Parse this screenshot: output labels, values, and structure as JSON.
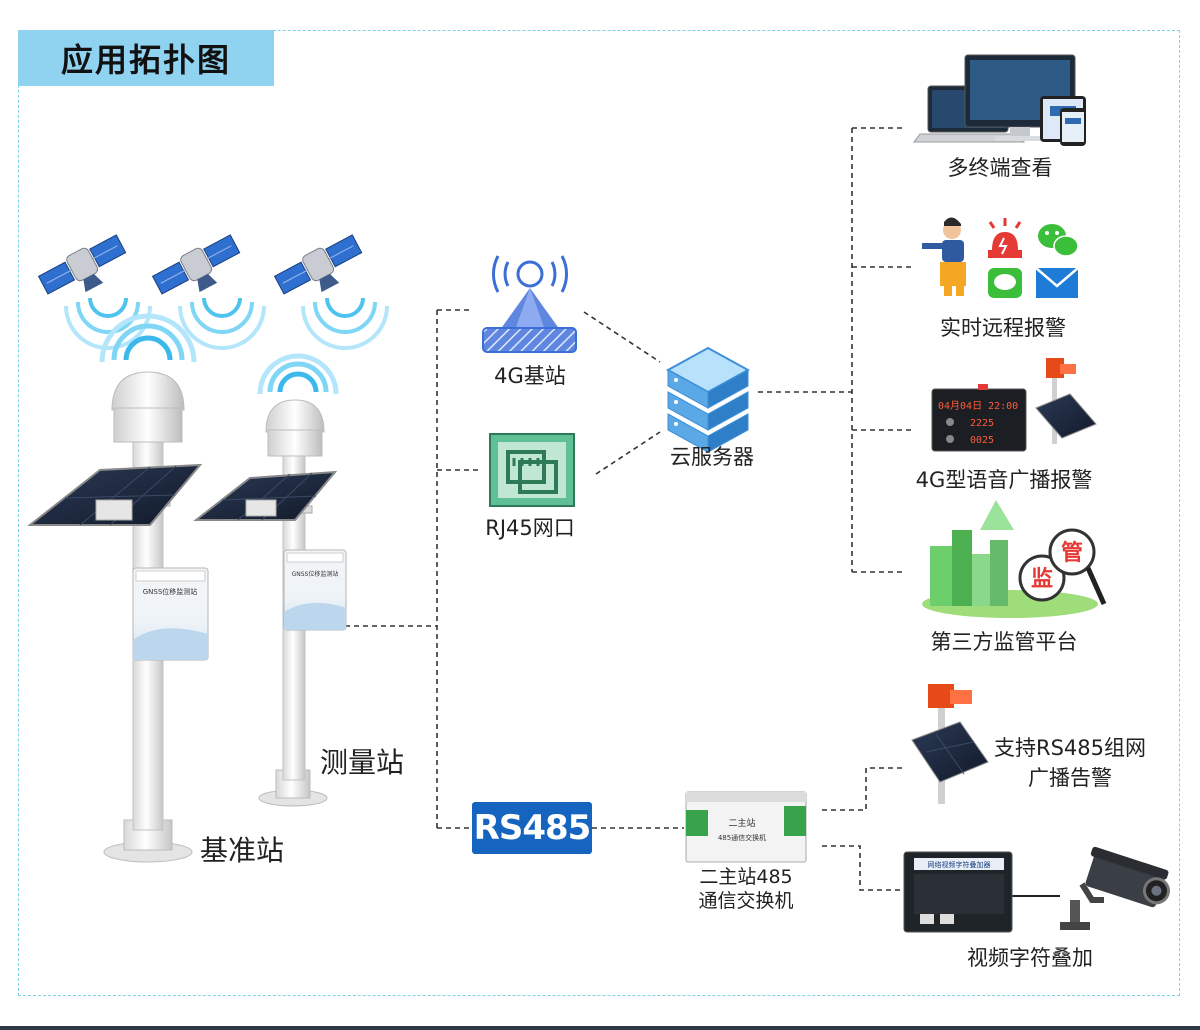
{
  "title": "应用拓扑图",
  "labels": {
    "base_station": "基准站",
    "measuring_station": "测量站",
    "station_4g": "4G基站",
    "rj45": "RJ45网口",
    "cloud_server": "云服务器",
    "rs485": "RS485",
    "switch_line1": "二主站485",
    "switch_line2": "通信交换机",
    "multi_terminal": "多终端查看",
    "realtime_alarm": "实时远程报警",
    "voice_alarm": "4G型语音广播报警",
    "third_party": "第三方监管平台",
    "rs485_net_line1": "支持RS485组网",
    "rs485_net_line2": "广播告警",
    "video_overlay": "视频字符叠加"
  },
  "device_text": {
    "gnss_box": "GNSS位移监测站",
    "switch_device": "485通信交换机",
    "switch_title": "二主站",
    "overlay_device": "网络视频字符叠加器",
    "stamp_1": "监",
    "stamp_2": "管"
  },
  "display_panel": {
    "row1": "04月04日 22:00",
    "row2": "2225",
    "row3": "0025"
  },
  "colors": {
    "banner": "#8fd3f1",
    "frame": "#7fd0ee",
    "badge": "#1565c0",
    "line": "#333333",
    "tower": "#3b6fd6",
    "server": "#4da6e8",
    "rj45": "#2e9e6a"
  },
  "icons": [
    "satellite-icon",
    "signal-waves-icon",
    "solar-panel-icon",
    "gnss-antenna-icon",
    "cell-tower-icon",
    "ethernet-port-icon",
    "server-icon",
    "laptop-icon",
    "tablet-icon",
    "phone-icon",
    "person-icon",
    "alarm-light-icon",
    "wechat-icon",
    "message-icon",
    "mail-icon",
    "led-display-icon",
    "city-icon",
    "magnifier-icon",
    "camera-icon"
  ]
}
